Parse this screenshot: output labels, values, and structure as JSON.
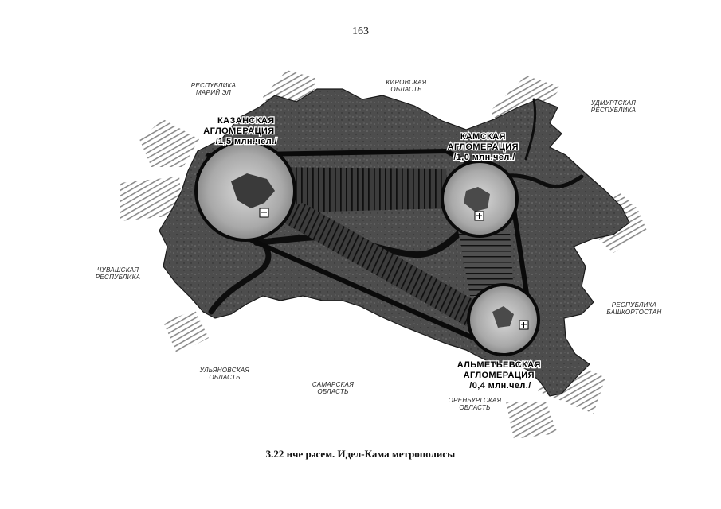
{
  "page": {
    "number": "163"
  },
  "caption": "3.22 нче рәсем. Идел-Кама метрополисы",
  "regions": {
    "mari_el": [
      "РЕСПУБЛИКА",
      "МАРИЙ ЭЛ"
    ],
    "kirov": [
      "КИРОВСКАЯ",
      "ОБЛАСТЬ"
    ],
    "udmurt": [
      "УДМУРТСКАЯ",
      "РЕСПУБЛИКА"
    ],
    "chuvash": [
      "ЧУВАШСКАЯ",
      "РЕСПУБЛИКА"
    ],
    "bashkortostan": [
      "РЕСПУБЛИКА",
      "БАШКОРТОСТАН"
    ],
    "ulyanovsk": [
      "УЛЬЯНОВСКАЯ",
      "ОБЛАСТЬ"
    ],
    "samara": [
      "САМАРСКАЯ",
      "ОБЛАСТЬ"
    ],
    "orenburg": [
      "ОРЕНБУРГСКАЯ",
      "ОБЛАСТЬ"
    ]
  },
  "agglomerations": {
    "kazan": [
      "КАЗАНСКАЯ",
      "АГЛОМЕРАЦИЯ",
      "/1,5 млн.чел./"
    ],
    "kama": [
      "КАМСКАЯ",
      "АГЛОМЕРАЦИЯ",
      "/1,0 млн.чел./"
    ],
    "almetyevsk": [
      "АЛЬМЕТЬЕВСКАЯ",
      "АГЛОМЕРАЦИЯ",
      "/0,4 млн.чел./"
    ]
  },
  "colors": {
    "territory": "#4a4a4a",
    "river": "#0d0d0d",
    "hatch": "#8a8a8a",
    "circle": "#b9b9b9"
  }
}
